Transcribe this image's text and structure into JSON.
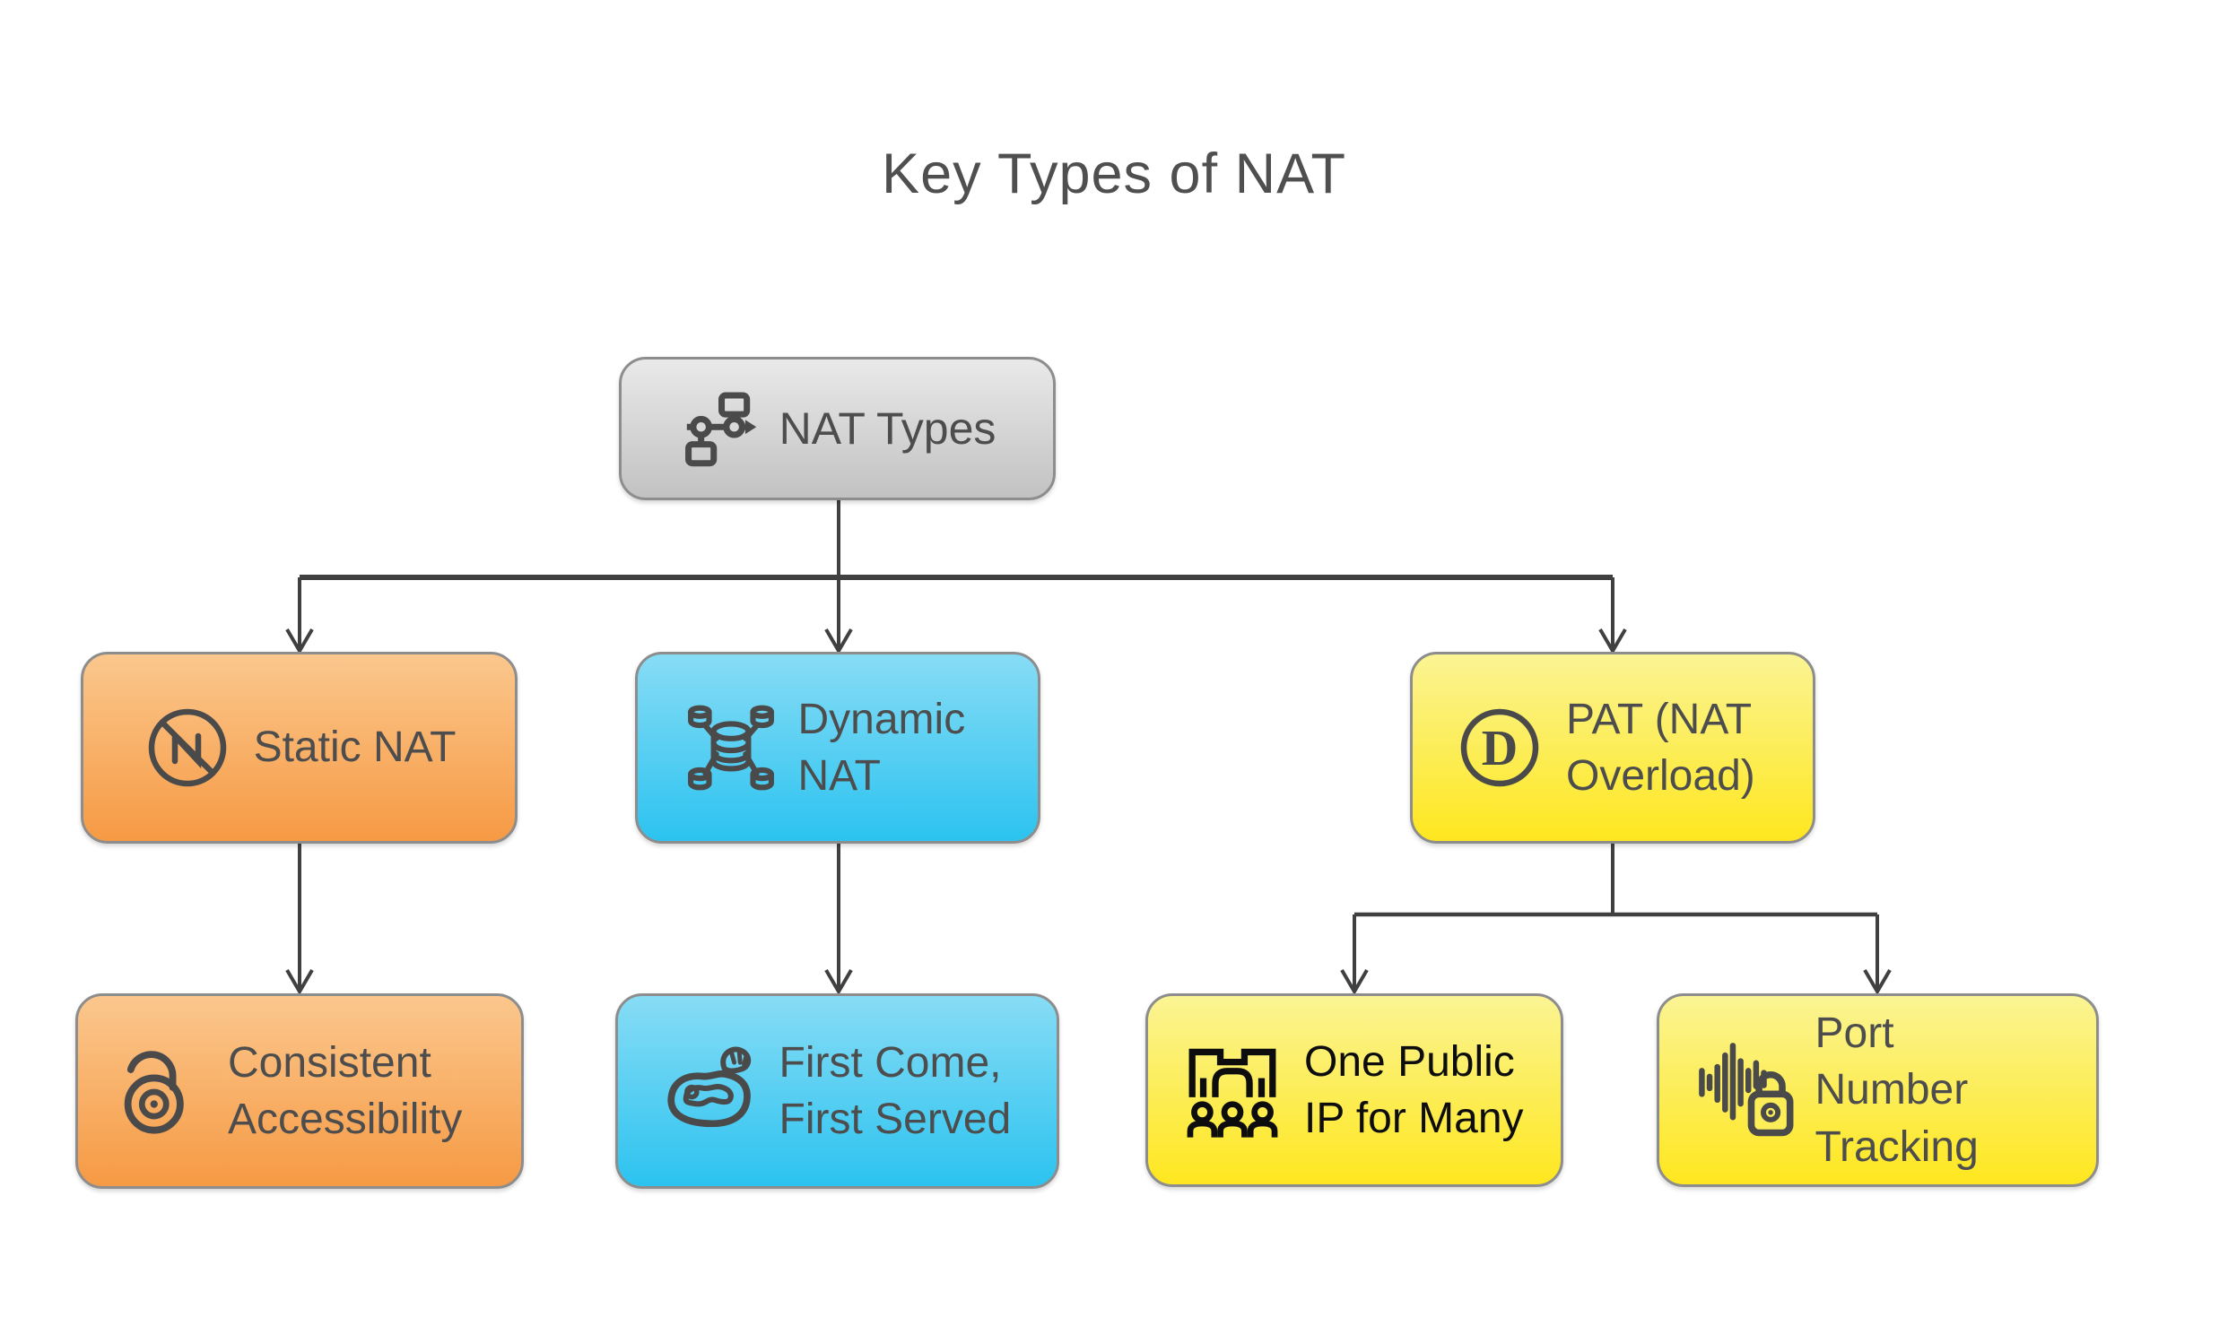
{
  "title": "Key Types of NAT",
  "nodes": {
    "root": {
      "label": "NAT Types",
      "icon": "flowchart-icon",
      "color_top": "#e9e9e9",
      "color_bottom": "#c2c2c2",
      "text_color": "#4d4d4d"
    },
    "static": {
      "label": "Static NAT",
      "icon": "n-slash-circle-icon",
      "color_top": "#fbc78d",
      "color_bottom": "#f69a44",
      "text_color": "#4d4d4d"
    },
    "dynamic": {
      "label": "Dynamic NAT",
      "icon": "database-cluster-icon",
      "color_top": "#87dcf5",
      "color_bottom": "#2cc3f0",
      "text_color": "#4d4d4d"
    },
    "pat": {
      "label": "PAT (NAT Overload)",
      "icon": "letter-d-circle-icon",
      "color_top": "#fbf493",
      "color_bottom": "#fee71f",
      "text_color": "#4d4d4d"
    },
    "consistent": {
      "label": "Consistent Accessibility",
      "icon": "open-padlock-icon",
      "color_top": "#fbc78d",
      "color_bottom": "#f69a44",
      "text_color": "#4d4d4d"
    },
    "first": {
      "label": "First Come, First Served",
      "icon": "steak-icon",
      "color_top": "#87dcf5",
      "color_bottom": "#2cc3f0",
      "text_color": "#4d4d4d"
    },
    "onepublic": {
      "label": "One Public IP for Many",
      "icon": "gate-crowd-icon",
      "color_top": "#fbf493",
      "color_bottom": "#fee71f",
      "text_color": "#0d0d0d"
    },
    "port": {
      "label": "Port Number Tracking",
      "icon": "waveform-lock-icon",
      "color_top": "#fbf493",
      "color_bottom": "#fee71f",
      "text_color": "#4d4d4d"
    }
  },
  "edges": [
    {
      "from": "NAT Types",
      "to": "Static NAT"
    },
    {
      "from": "NAT Types",
      "to": "Dynamic NAT"
    },
    {
      "from": "NAT Types",
      "to": "PAT (NAT Overload)"
    },
    {
      "from": "Static NAT",
      "to": "Consistent Accessibility"
    },
    {
      "from": "Dynamic NAT",
      "to": "First Come, First Served"
    },
    {
      "from": "PAT (NAT Overload)",
      "to": "One Public IP for Many"
    },
    {
      "from": "PAT (NAT Overload)",
      "to": "Port Number Tracking"
    }
  ],
  "colors": {
    "connector": "#404040",
    "node_border": "#8d8d8d",
    "title_text": "#4f4f4f"
  }
}
